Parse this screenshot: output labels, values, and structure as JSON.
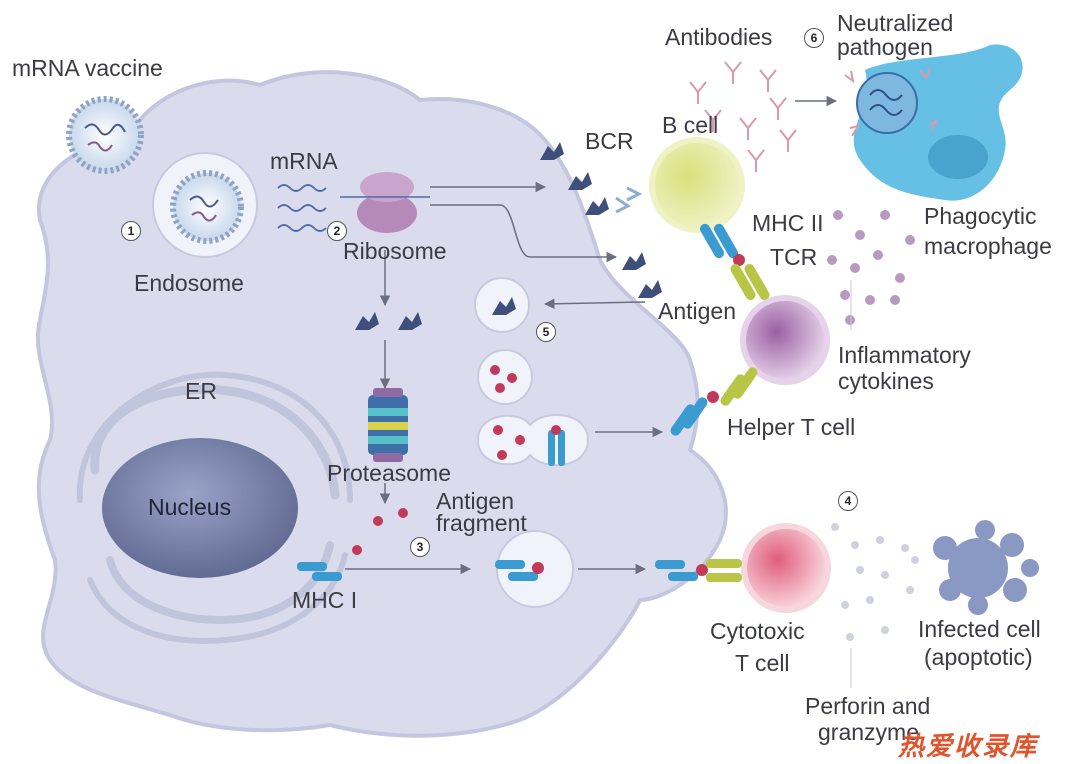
{
  "labels": {
    "mrna_vaccine": "mRNA vaccine",
    "mrna": "mRNA",
    "endosome": "Endosome",
    "ribosome": "Ribosome",
    "er": "ER",
    "nucleus": "Nucleus",
    "proteasome": "Proteasome",
    "antigen_fragment_1": "Antigen",
    "antigen_fragment_2": "fragment",
    "mhc_i": "MHC I",
    "bcr": "BCR",
    "b_cell": "B cell",
    "antibodies": "Antibodies",
    "neutralized_1": "Neutralized",
    "neutralized_2": "pathogen",
    "mhc_ii": "MHC II",
    "tcr": "TCR",
    "antigen": "Antigen",
    "phagocytic_1": "Phagocytic",
    "phagocytic_2": "macrophage",
    "inflammatory_1": "Inflammatory",
    "inflammatory_2": "cytokines",
    "helper_t_cell": "Helper T cell",
    "cytotoxic_1": "Cytotoxic",
    "cytotoxic_2": "T cell",
    "infected_1": "Infected cell",
    "infected_2": "(apoptotic)",
    "perforin_1": "Perforin and",
    "perforin_2": "granzyme"
  },
  "steps": [
    "1",
    "2",
    "3",
    "4",
    "5",
    "6"
  ],
  "watermark": "热爱收录库",
  "colors": {
    "cell_body": "#d9dcee",
    "cell_outline": "#b9bdd8",
    "nucleus": "#7f89b4",
    "b_cell": "#cfdc7a",
    "helper_t": "#b07fb5",
    "cytotoxic_t": "#e2798f",
    "macrophage": "#66bfe4",
    "antigen": "#40507e",
    "mhc": "#3a9bd0",
    "tcr": "#b9c645",
    "peptide": "#c23a5a",
    "cytokine": "#b899c0",
    "antibody": "#d79aa8"
  }
}
